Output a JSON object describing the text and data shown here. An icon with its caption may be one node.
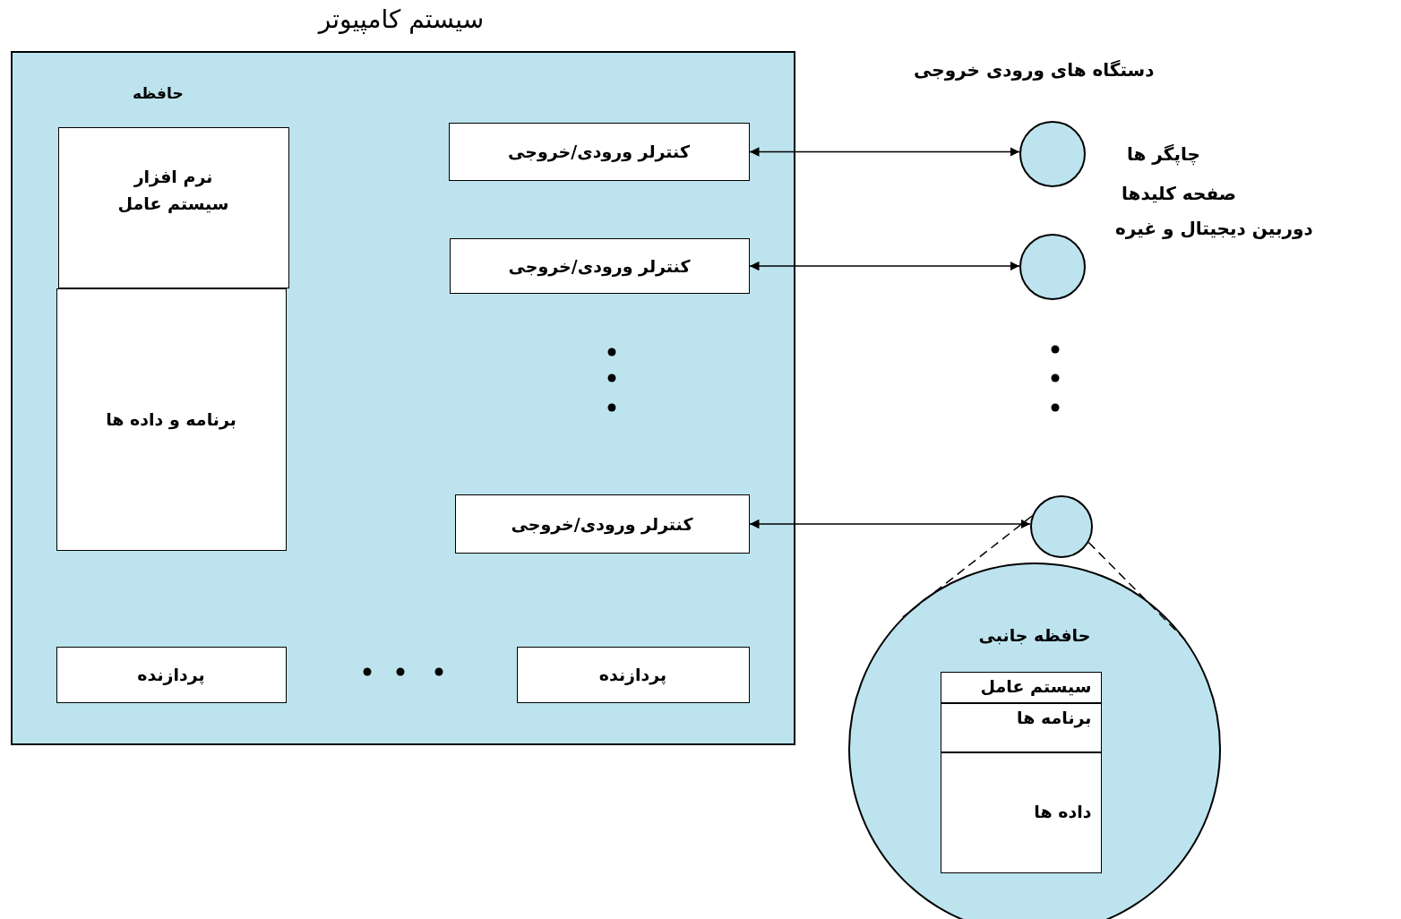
{
  "diagram": {
    "nodes": [
      {
        "text": [
          "سیستم کامپیوتر"
        ]
      },
      {
        "text": [
          "نرم افزار سیستم عامل"
        ],
        "in": 0
      },
      {
        "text": [
          "برنامه و داده ها"
        ],
        "in": 0
      },
      {
        "text": [
          "کنترلر ورودی/خروجی"
        ],
        "in": 0
      },
      {
        "text": [
          "کنترلر ورودی/خروجی"
        ],
        "in": 0
      },
      {
        "text": [
          "کنترلر ورودی/خروجی"
        ],
        "in": 0
      },
      {
        "text": [
          "پردازنده"
        ],
        "in": 0
      },
      {
        "text": [
          "پردازنده"
        ],
        "in": 0
      },
      {
        "text": [],
        "shape": "circle"
      },
      {
        "text": [],
        "shape": "circle"
      },
      {
        "text": [],
        "shape": "circle"
      },
      {
        "text": [
          "حافظه جانبی"
        ]
      },
      {
        "text": [
          "سیستم عامل"
        ],
        "in": 11
      },
      {
        "text": [
          "برنامه ها"
        ],
        "in": 11
      },
      {
        "text": [
          "داده ها"
        ],
        "in": 11
      }
    ],
    "edges": [
      {
        "from": 3,
        "to": 8,
        "arrow": "both"
      },
      {
        "from": 4,
        "to": 9,
        "arrow": "both"
      },
      {
        "from": 5,
        "to": 10,
        "arrow": "both"
      },
      {
        "from": 10,
        "to": 11,
        "arrow": "none",
        "style": "dashed"
      },
      {
        "from": 10,
        "to": 11,
        "arrow": "none",
        "style": "dashed"
      }
    ],
    "labels": [
      "حافظه",
      "دستگاه های ورودی خروجی",
      "چاپگر ها",
      "صفحه کلیدها",
      "دوربین دیجیتال و غیره"
    ]
  }
}
